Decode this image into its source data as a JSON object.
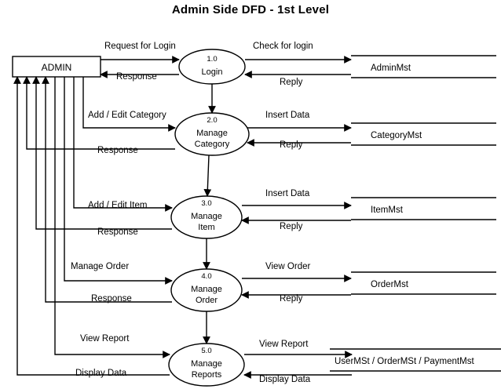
{
  "title": "Admin Side DFD - 1st Level",
  "entities": [
    {
      "name": "ADMIN",
      "label": "ADMIN"
    }
  ],
  "processes": [
    {
      "number": "1.0",
      "line1": "Login",
      "line2": ""
    },
    {
      "number": "2.0",
      "line1": "Manage",
      "line2": "Category"
    },
    {
      "number": "3.0",
      "line1": "Manage",
      "line2": "Item"
    },
    {
      "number": "4.0",
      "line1": "Manage",
      "line2": "Order"
    },
    {
      "number": "5.0",
      "line1": "Manage",
      "line2": "Reports"
    }
  ],
  "datastores": [
    {
      "label": "AdminMst"
    },
    {
      "label": "CategoryMst"
    },
    {
      "label": "ItemMst"
    },
    {
      "label": "OrderMst"
    },
    {
      "label": "UserMSt / OrderMSt / PaymentMst"
    }
  ],
  "flows": {
    "request_for_login": "Request for Login",
    "check_for_login": "Check for login",
    "response_1": "Response",
    "reply_1": "Reply",
    "add_edit_category": "Add / Edit Category",
    "insert_data_1": "Insert Data",
    "response_2": "Response",
    "reply_2": "Reply",
    "add_edit_item": "Add / Edit Item",
    "insert_data_2": "Insert Data",
    "response_3": "Response",
    "reply_3": "Reply",
    "manage_order": "Manage Order",
    "view_order": "View Order",
    "response_4": "Response",
    "reply_4": "Reply",
    "view_report": "View Report",
    "view_report_2": "View Report",
    "display_data_1": "Display Data",
    "display_data_2": "Display Data"
  },
  "colors": {
    "stroke": "#000000",
    "background": "#ffffff"
  }
}
